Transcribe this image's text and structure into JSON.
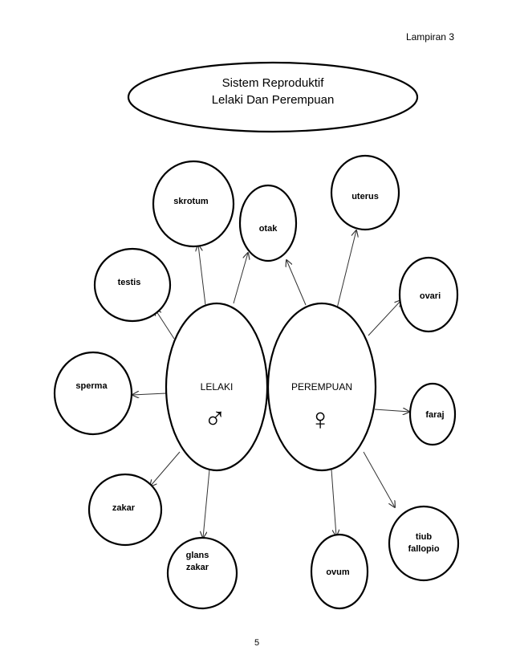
{
  "header": {
    "appendix": "Lampiran 3"
  },
  "title": {
    "line1": "Sistem Reproduktif",
    "line2": "Lelaki Dan Perempuan"
  },
  "centers": {
    "male": {
      "label": "LELAKI",
      "symbol": "♂"
    },
    "female": {
      "label": "PEREMPUAN",
      "symbol": "♀"
    }
  },
  "male_nodes": {
    "skrotum": "skrotum",
    "testis": "testis",
    "sperma": "sperma",
    "zakar": "zakar",
    "glans_line1": "glans",
    "glans_line2": "zakar"
  },
  "shared_nodes": {
    "otak": "otak"
  },
  "female_nodes": {
    "uterus": "uterus",
    "ovari": "ovari",
    "faraj": "faraj",
    "tiub_line1": "tiub",
    "tiub_line2": "fallopio",
    "ovum": "ovum"
  },
  "footer": {
    "page_number": "5"
  }
}
